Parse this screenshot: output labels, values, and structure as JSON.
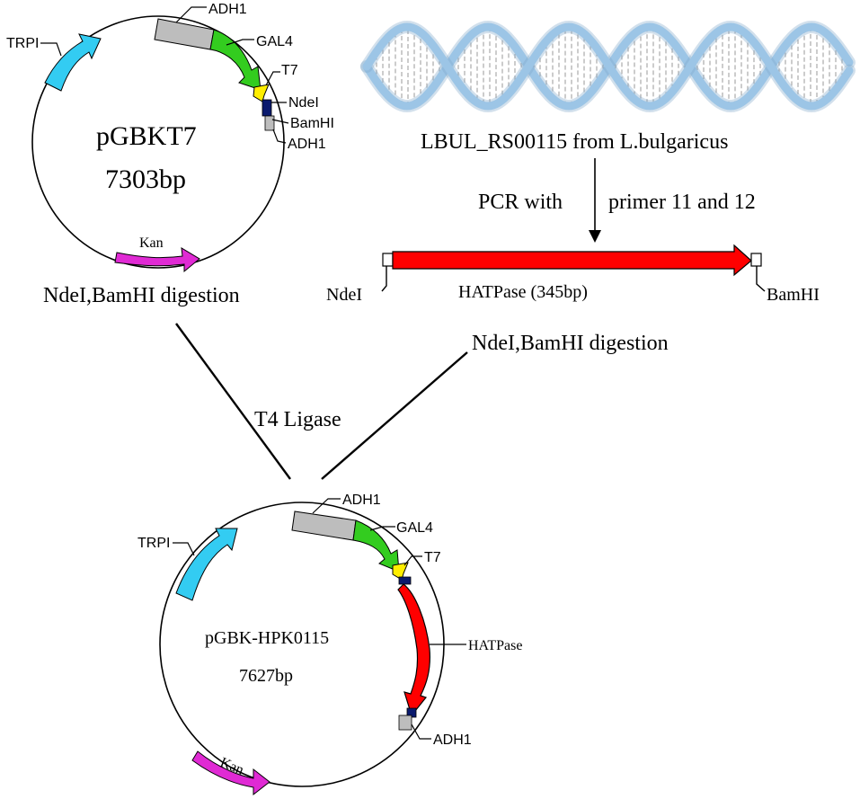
{
  "colors": {
    "trp": "#33ccf2",
    "adh": "#bdbdbd",
    "gal4": "#33cc1f",
    "t7": "#ffee00",
    "site": "#0a1a6e",
    "kan": "#e02ad4",
    "insert": "#ff0000",
    "helix": "#9cc5e6"
  },
  "plasmid_top": {
    "name": "pGBKT7",
    "size": "7303bp",
    "labels": {
      "adh1_a": "ADH1",
      "gal4": "GAL4",
      "t7": "T7",
      "ndei": "NdeI",
      "bamhi": "BamHI",
      "adh1_b": "ADH1",
      "trpi": "TRPI",
      "kan": "Kan"
    },
    "digestion": "NdeI,BamHI digestion"
  },
  "source": {
    "gene": "LBUL_RS00115 from L.bulgaricus",
    "pcr_left": "PCR with",
    "pcr_right": "primer 11 and 12"
  },
  "insert": {
    "label": "HATPase  (345bp)",
    "left_site": "NdeI",
    "right_site": "BamHI",
    "digestion": "NdeI,BamHI digestion"
  },
  "ligase": "T4 Ligase",
  "plasmid_bottom": {
    "name": "pGBK-HPK0115",
    "size": "7627bp",
    "labels": {
      "adh1_a": "ADH1",
      "gal4": "GAL4",
      "t7": "T7",
      "hatpase": "HATPase",
      "adh1_b": "ADH1",
      "trpi": "TRPI",
      "kan": "Kan"
    }
  }
}
